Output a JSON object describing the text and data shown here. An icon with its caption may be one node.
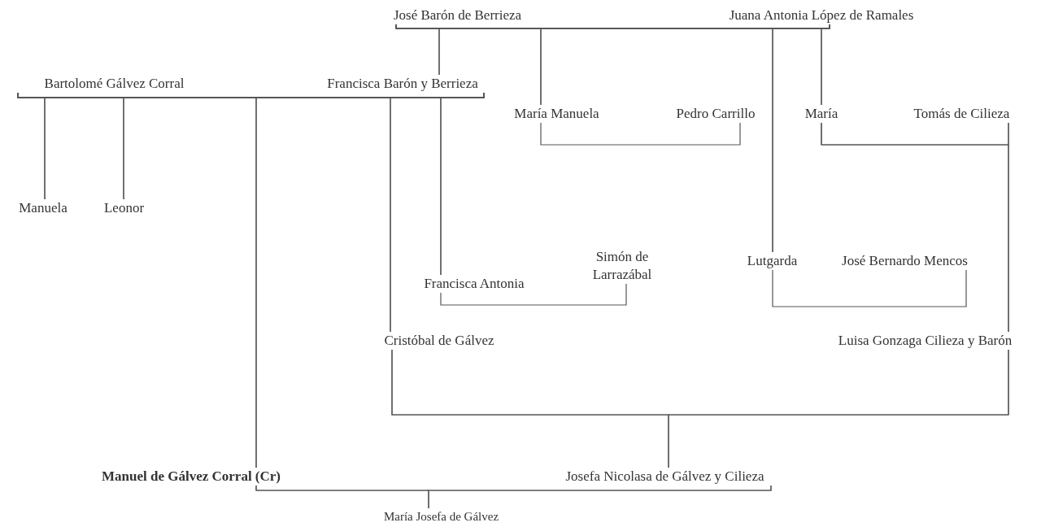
{
  "diagram": {
    "nodes": [
      {
        "text": [
          "José Barón de Berrieza"
        ]
      },
      {
        "text": [
          "Juana Antonia López de Ramales"
        ]
      },
      {
        "text": [
          "Bartolomé Gálvez Corral"
        ]
      },
      {
        "text": [
          "Francisca Barón y Berrieza"
        ]
      },
      {
        "text": [
          "María Manuela"
        ]
      },
      {
        "text": [
          "Pedro Carrillo"
        ]
      },
      {
        "text": [
          "María"
        ]
      },
      {
        "text": [
          "Tomás de Cilieza"
        ]
      },
      {
        "text": [
          "Manuela"
        ]
      },
      {
        "text": [
          "Leonor"
        ]
      },
      {
        "text": [
          "Francisca Antonia"
        ]
      },
      {
        "text": [
          "Simón de Larrazábal"
        ]
      },
      {
        "text": [
          "Lutgarda"
        ]
      },
      {
        "text": [
          "José Bernardo Mencos"
        ]
      },
      {
        "text": [
          "Cristóbal de Gálvez"
        ]
      },
      {
        "text": [
          "Luisa Gonzaga Cilieza y Barón"
        ]
      },
      {
        "text": [
          "Manuel de Gálvez Corral (Cr)"
        ]
      },
      {
        "text": [
          "Josefa Nicolasa de Gálvez y Cilieza"
        ]
      },
      {
        "text": [
          "María Josefa de Gálvez"
        ]
      }
    ],
    "edges": [
      {
        "from": 0,
        "to": 1,
        "arrow": "none"
      },
      {
        "from": 0,
        "to": 3,
        "arrow": "none"
      },
      {
        "from": 1,
        "to": 3,
        "arrow": "none"
      },
      {
        "from": 0,
        "to": 4,
        "arrow": "none"
      },
      {
        "from": 1,
        "to": 4,
        "arrow": "none"
      },
      {
        "from": 0,
        "to": 12,
        "arrow": "none"
      },
      {
        "from": 1,
        "to": 12,
        "arrow": "none"
      },
      {
        "from": 0,
        "to": 6,
        "arrow": "none"
      },
      {
        "from": 1,
        "to": 6,
        "arrow": "none"
      },
      {
        "from": 2,
        "to": 3,
        "arrow": "none"
      },
      {
        "from": 2,
        "to": 8,
        "arrow": "none"
      },
      {
        "from": 3,
        "to": 8,
        "arrow": "none"
      },
      {
        "from": 2,
        "to": 9,
        "arrow": "none"
      },
      {
        "from": 3,
        "to": 9,
        "arrow": "none"
      },
      {
        "from": 2,
        "to": 16,
        "arrow": "none"
      },
      {
        "from": 3,
        "to": 16,
        "arrow": "none"
      },
      {
        "from": 2,
        "to": 14,
        "arrow": "none"
      },
      {
        "from": 3,
        "to": 14,
        "arrow": "none"
      },
      {
        "from": 2,
        "to": 10,
        "arrow": "none"
      },
      {
        "from": 3,
        "to": 10,
        "arrow": "none"
      },
      {
        "from": 4,
        "to": 5,
        "arrow": "none"
      },
      {
        "from": 6,
        "to": 7,
        "arrow": "none"
      },
      {
        "from": 6,
        "to": 15,
        "arrow": "none"
      },
      {
        "from": 7,
        "to": 15,
        "arrow": "none"
      },
      {
        "from": 10,
        "to": 11,
        "arrow": "none"
      },
      {
        "from": 12,
        "to": 13,
        "arrow": "none"
      },
      {
        "from": 14,
        "to": 15,
        "arrow": "none"
      },
      {
        "from": 14,
        "to": 17,
        "arrow": "none"
      },
      {
        "from": 15,
        "to": 17,
        "arrow": "none"
      },
      {
        "from": 16,
        "to": 17,
        "arrow": "none"
      },
      {
        "from": 16,
        "to": 18,
        "arrow": "none"
      },
      {
        "from": 17,
        "to": 18,
        "arrow": "none"
      }
    ]
  }
}
